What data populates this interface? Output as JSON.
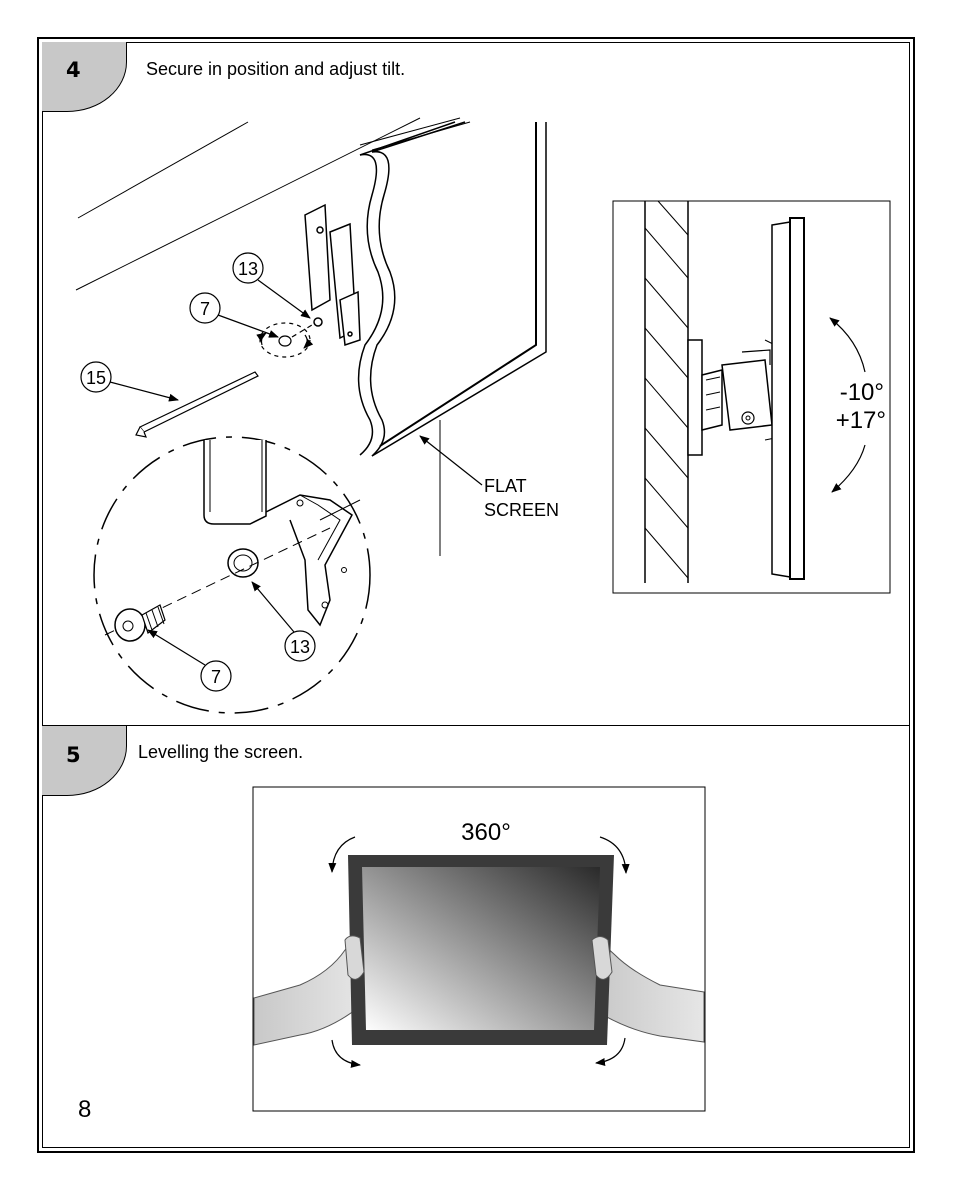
{
  "step4": {
    "number": "4",
    "title": "Secure in position and adjust tilt.",
    "callouts": {
      "c13_top": "13",
      "c7_top": "7",
      "c15": "15",
      "c13_detail": "13",
      "c7_detail": "7"
    },
    "flat_screen_line1": "FLAT",
    "flat_screen_line2": "SCREEN",
    "tilt_line1": "-10°",
    "tilt_line2": "+17°"
  },
  "step5": {
    "number": "5",
    "title": "Levelling the screen.",
    "rotation_label": "360°"
  },
  "page_number": "8"
}
